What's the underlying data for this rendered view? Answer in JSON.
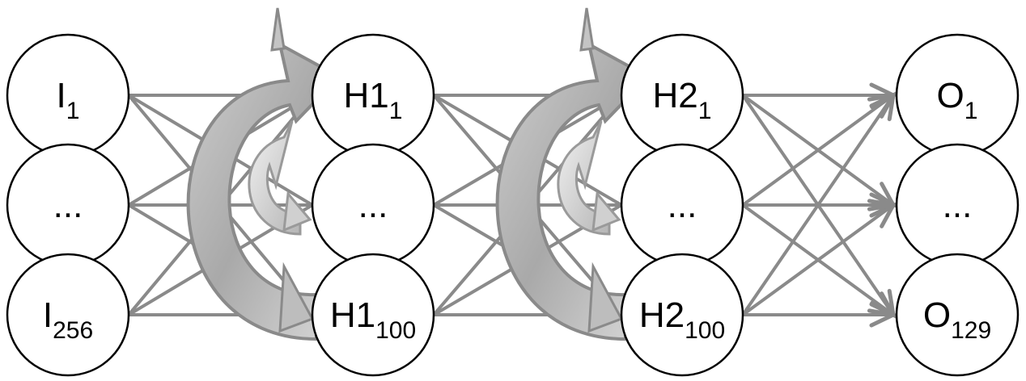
{
  "layers": [
    {
      "id": "input",
      "nodes": [
        {
          "id": "i1",
          "label": "I",
          "sub": "1"
        },
        {
          "id": "i-mid",
          "label": "...",
          "sub": ""
        },
        {
          "id": "i256",
          "label": "I",
          "sub": "256"
        }
      ]
    },
    {
      "id": "hidden1",
      "nodes": [
        {
          "id": "h1-1",
          "label": "H1",
          "sub": "1"
        },
        {
          "id": "h1-mid",
          "label": "...",
          "sub": ""
        },
        {
          "id": "h1-100",
          "label": "H1",
          "sub": "100"
        }
      ]
    },
    {
      "id": "hidden2",
      "nodes": [
        {
          "id": "h2-1",
          "label": "H2",
          "sub": "1"
        },
        {
          "id": "h2-mid",
          "label": "...",
          "sub": ""
        },
        {
          "id": "h2-100",
          "label": "H2",
          "sub": "100"
        }
      ]
    },
    {
      "id": "output",
      "nodes": [
        {
          "id": "o1",
          "label": "O",
          "sub": "1"
        },
        {
          "id": "o-mid",
          "label": "...",
          "sub": ""
        },
        {
          "id": "o129",
          "label": "O",
          "sub": "129"
        }
      ]
    }
  ],
  "connections": "full",
  "recurrent_layers": [
    "hidden1",
    "hidden2"
  ],
  "colors": {
    "node_stroke": "#000000",
    "node_fill": "#ffffff",
    "edge": "#8a8a8a",
    "recurrent_arrow_fill": "#bdbdbd",
    "recurrent_arrow_stroke": "#8a8a8a"
  }
}
